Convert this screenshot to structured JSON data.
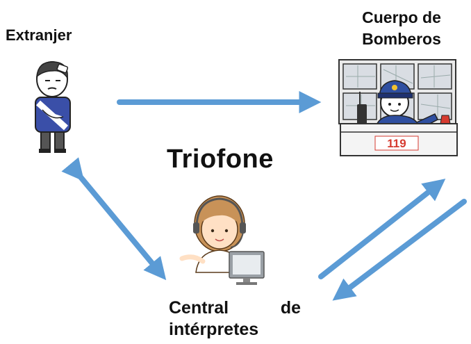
{
  "labels": {
    "foreigner": "Extranjer",
    "fire_line1": "Cuerpo de",
    "fire_line2": "Bomberos",
    "title": "Triofone",
    "center_word1": "Central",
    "center_word2": "de",
    "center_line2": "intérpretes",
    "console_number": "119"
  },
  "colors": {
    "arrow": "#5b9bd5",
    "uniform": "#2f4fa0",
    "console_red": "#d63a2f",
    "interpreter_hair": "#c89258"
  },
  "icons": [
    "foreigner-person-icon",
    "firefighter-dispatcher-icon",
    "interpreter-operator-icon"
  ]
}
